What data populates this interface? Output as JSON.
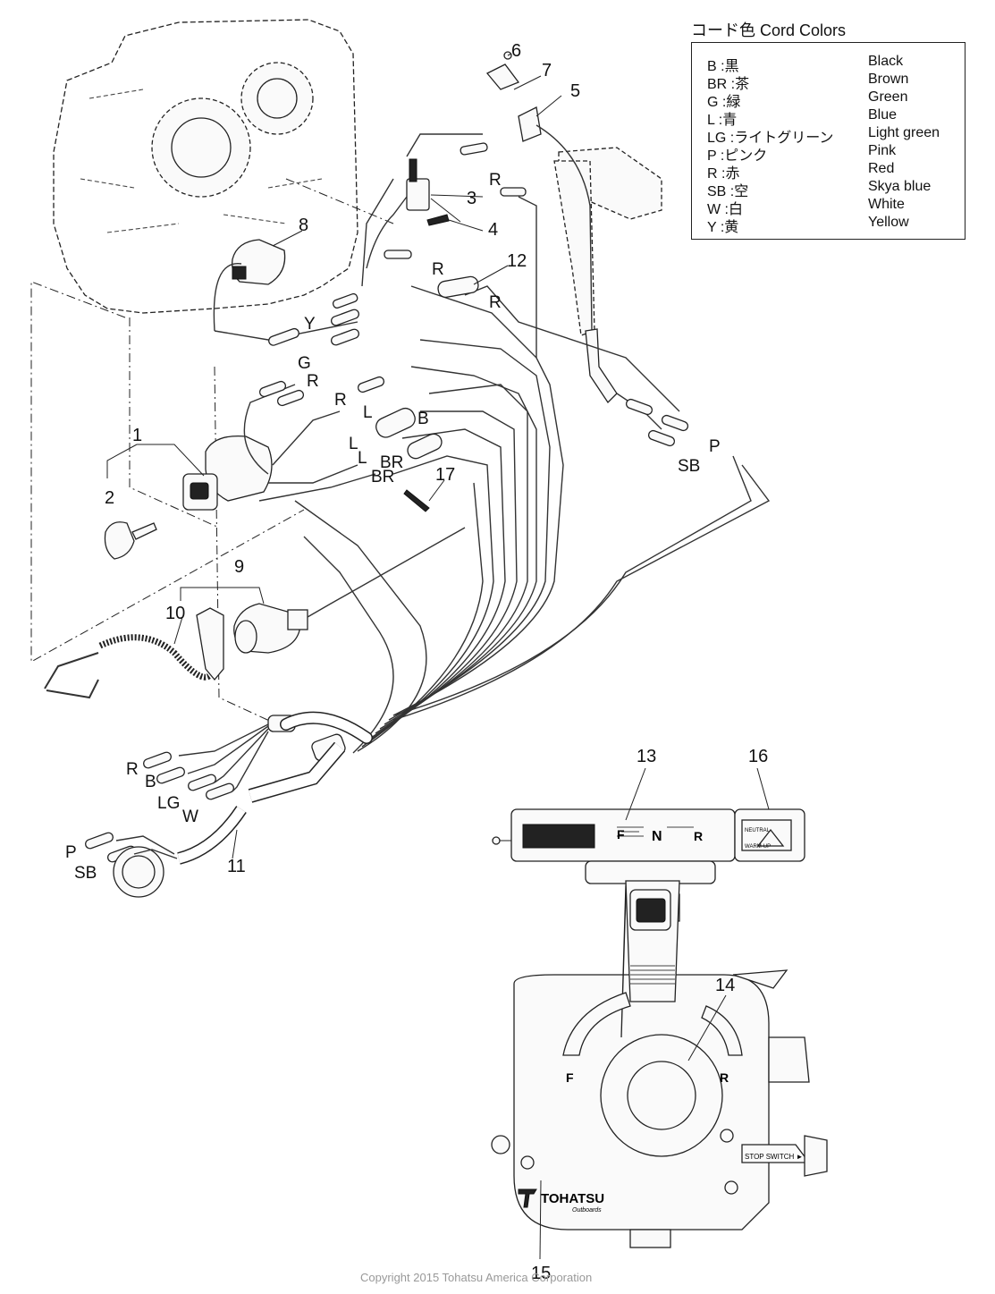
{
  "legend": {
    "title": "コード色 Cord Colors",
    "rows": [
      {
        "code": "B :黒",
        "english": "Black"
      },
      {
        "code": "BR :茶",
        "english": "Brown"
      },
      {
        "code": "G :緑",
        "english": "Green"
      },
      {
        "code": "L :青",
        "english": "Blue"
      },
      {
        "code": "LG :ライトグリーン",
        "english": "Light green"
      },
      {
        "code": "P :ピンク",
        "english": "Pink"
      },
      {
        "code": "R :赤",
        "english": "Red"
      },
      {
        "code": "SB :空",
        "english": "Skya blue"
      },
      {
        "code": "W :白",
        "english": "White"
      },
      {
        "code": "Y :黄",
        "english": "Yellow"
      }
    ]
  },
  "parts": {
    "p1": "1",
    "p2": "2",
    "p3": "3",
    "p4": "4",
    "p5": "5",
    "p6": "6",
    "p7": "7",
    "p8": "8",
    "p9": "9",
    "p10": "10",
    "p11": "11",
    "p12": "12",
    "p13": "13",
    "p14": "14",
    "p15": "15",
    "p16": "16",
    "p17": "17"
  },
  "wire_labels": {
    "r_top": "R",
    "r_mid": "R",
    "r_right": "R",
    "y": "Y",
    "g": "G",
    "r_left": "R",
    "r_switch": "R",
    "l1": "L",
    "b1": "B",
    "l2": "L",
    "l3": "L",
    "br1": "BR",
    "br2": "BR",
    "p_right": "P",
    "sb_right": "SB",
    "r_harness": "R",
    "b_harness": "B",
    "lg_harness": "LG",
    "w_harness": "W",
    "p_plug": "P",
    "sb_plug": "SB"
  },
  "panel_text": {
    "f": "F",
    "n": "N",
    "r": "R",
    "neutral": "NEUTRAL",
    "warmup": "WARM-UP",
    "lever_f": "F",
    "lever_r": "R",
    "stop_switch": "STOP SWITCH ►",
    "brand": "TOHATSU",
    "brand_sub": "Outboards"
  },
  "copyright": "Copyright 2015 Tohatsu America Corporation"
}
